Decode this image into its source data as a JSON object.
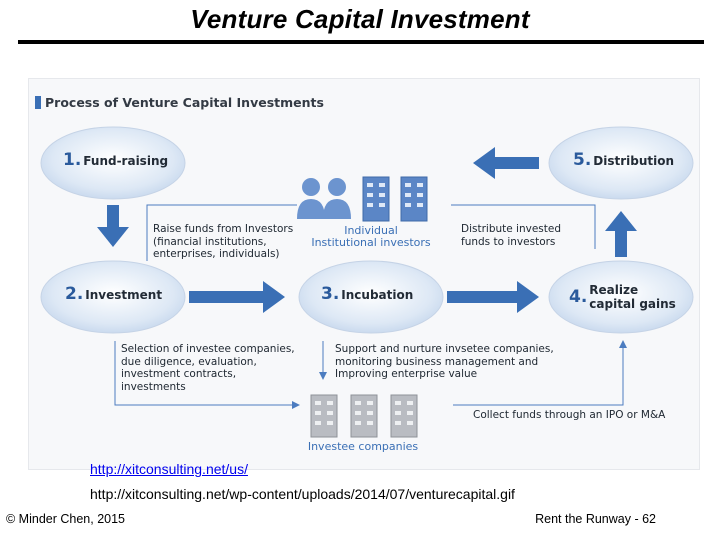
{
  "slide": {
    "title": "Venture Capital Investment"
  },
  "figure": {
    "heading": "Process of Venture Capital Investments",
    "nodes": {
      "n1": {
        "number": "1.",
        "label": "Fund-raising"
      },
      "n2": {
        "number": "2.",
        "label": "Investment"
      },
      "n3": {
        "number": "3.",
        "label": "Incubation"
      },
      "n4": {
        "number": "4.",
        "label": "Realize\ncapital gains"
      },
      "n5": {
        "number": "5.",
        "label": "Distribution"
      }
    },
    "investors_caption": "Individual\nInstitutional investors",
    "investees_caption": "Investee companies",
    "notes": {
      "raise": "Raise funds from Investors\n(financial institutions,\nenterprises, individuals)",
      "distribute": "Distribute invested\nfunds to investors",
      "selection": "Selection of  investee companies,\ndue diligence, evaluation,\ninvestment contracts,\ninvestments",
      "support": "Support and nurture invsetee companies,\nmonitoring business management and\nImproving enterprise value",
      "collect": "Collect funds through an IPO or M&A"
    },
    "colors": {
      "ellipse": "#d5e3f3",
      "ellipse_edge": "#c5d3e6",
      "arrow": "#3a6fb5",
      "line": "#4c7cc0",
      "building": "#5b86c6",
      "person": "#6c94cf",
      "grey_building": "#b9bcc2"
    }
  },
  "source": {
    "link": "http://xitconsulting.net/us/",
    "text": "http://xitconsulting.net/wp-content/uploads/2014/07/venturecapital.gif"
  },
  "footer": {
    "left": "© Minder Chen, 2015",
    "right": "Rent the Runway - 62"
  }
}
